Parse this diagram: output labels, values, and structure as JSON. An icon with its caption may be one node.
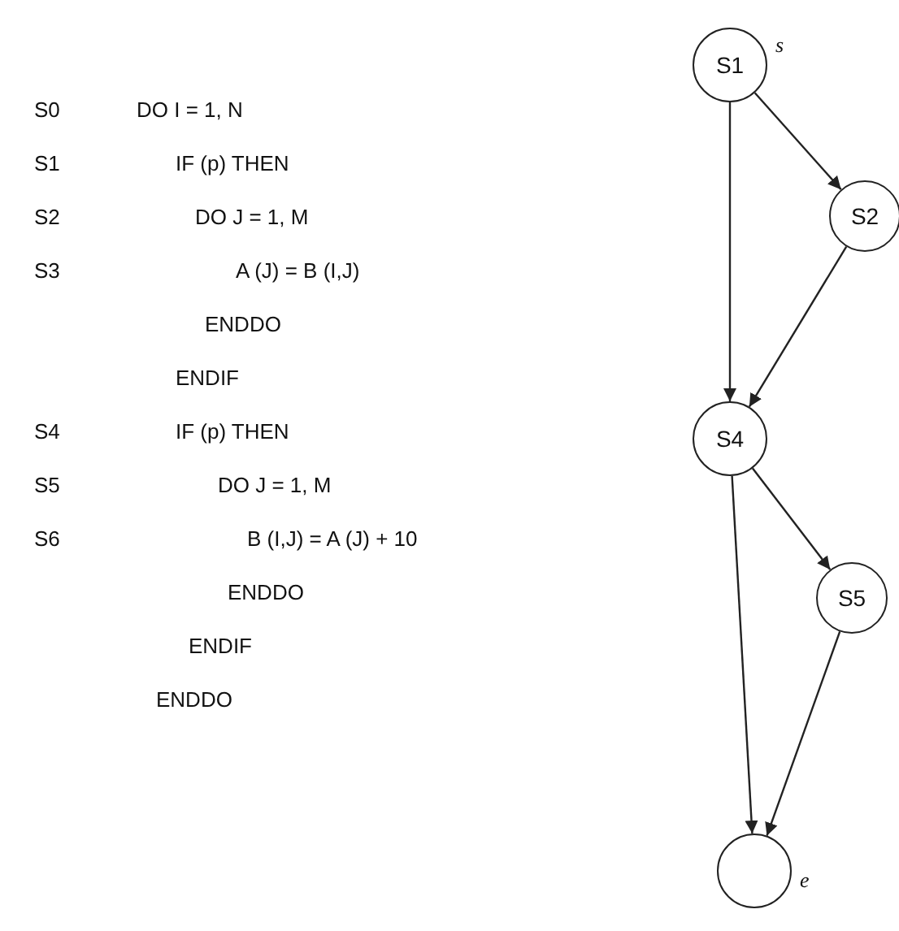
{
  "diagram": {
    "nodes": [
      {
        "text": [
          "S1"
        ],
        "beside": [
          "s"
        ]
      },
      {
        "text": [
          "S2"
        ]
      },
      {
        "text": [
          "S4"
        ]
      },
      {
        "text": [
          "S5"
        ]
      },
      {
        "text": [],
        "shape": "circle",
        "beside": [
          "e"
        ]
      }
    ],
    "edges": [
      {
        "from": 0,
        "to": 1,
        "arrow": "to"
      },
      {
        "from": 0,
        "to": 2,
        "arrow": "to"
      },
      {
        "from": 1,
        "to": 2,
        "arrow": "to"
      },
      {
        "from": 2,
        "to": 3,
        "arrow": "to"
      },
      {
        "from": 2,
        "to": 4,
        "arrow": "to"
      },
      {
        "from": 3,
        "to": 4,
        "arrow": "to"
      }
    ],
    "labels": [
      "S0",
      "DO I = 1, N",
      "S1",
      "IF (p) THEN",
      "S2",
      "DO J = 1, M",
      "S3",
      "A (J) = B (I,J)",
      "ENDDO",
      "ENDIF",
      "S4",
      "IF (p) THEN",
      "S5",
      "DO J = 1, M",
      "S6",
      "B (I,J) = A (J) + 10",
      "ENDDO",
      "ENDIF",
      "ENDDO"
    ]
  }
}
